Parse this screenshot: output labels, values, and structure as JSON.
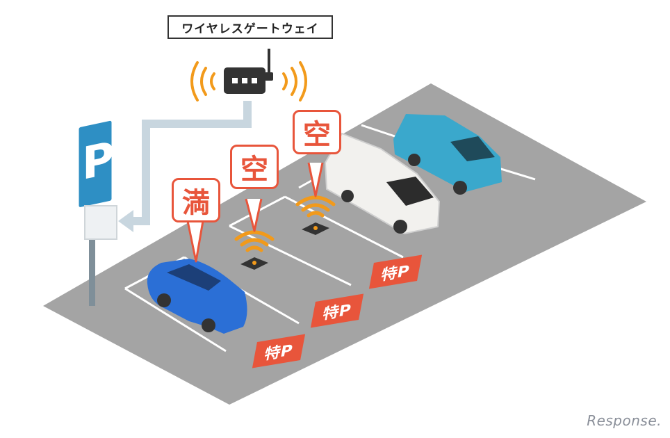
{
  "gateway": {
    "label": "ワイヤレスゲートウェイ"
  },
  "sign": {
    "letter": "P"
  },
  "bubbles": [
    {
      "text": "満"
    },
    {
      "text": "空"
    },
    {
      "text": "空"
    }
  ],
  "priority_marks": [
    {
      "text": "特P"
    },
    {
      "text": "特P"
    },
    {
      "text": "特P"
    }
  ],
  "watermark": {
    "text": "Response."
  },
  "colors": {
    "accent": "#e8553b",
    "wifi": "#f29a1b",
    "lot": "#9e9e9e",
    "connector": "#c8d6df",
    "sign": "#2e8fc4"
  }
}
